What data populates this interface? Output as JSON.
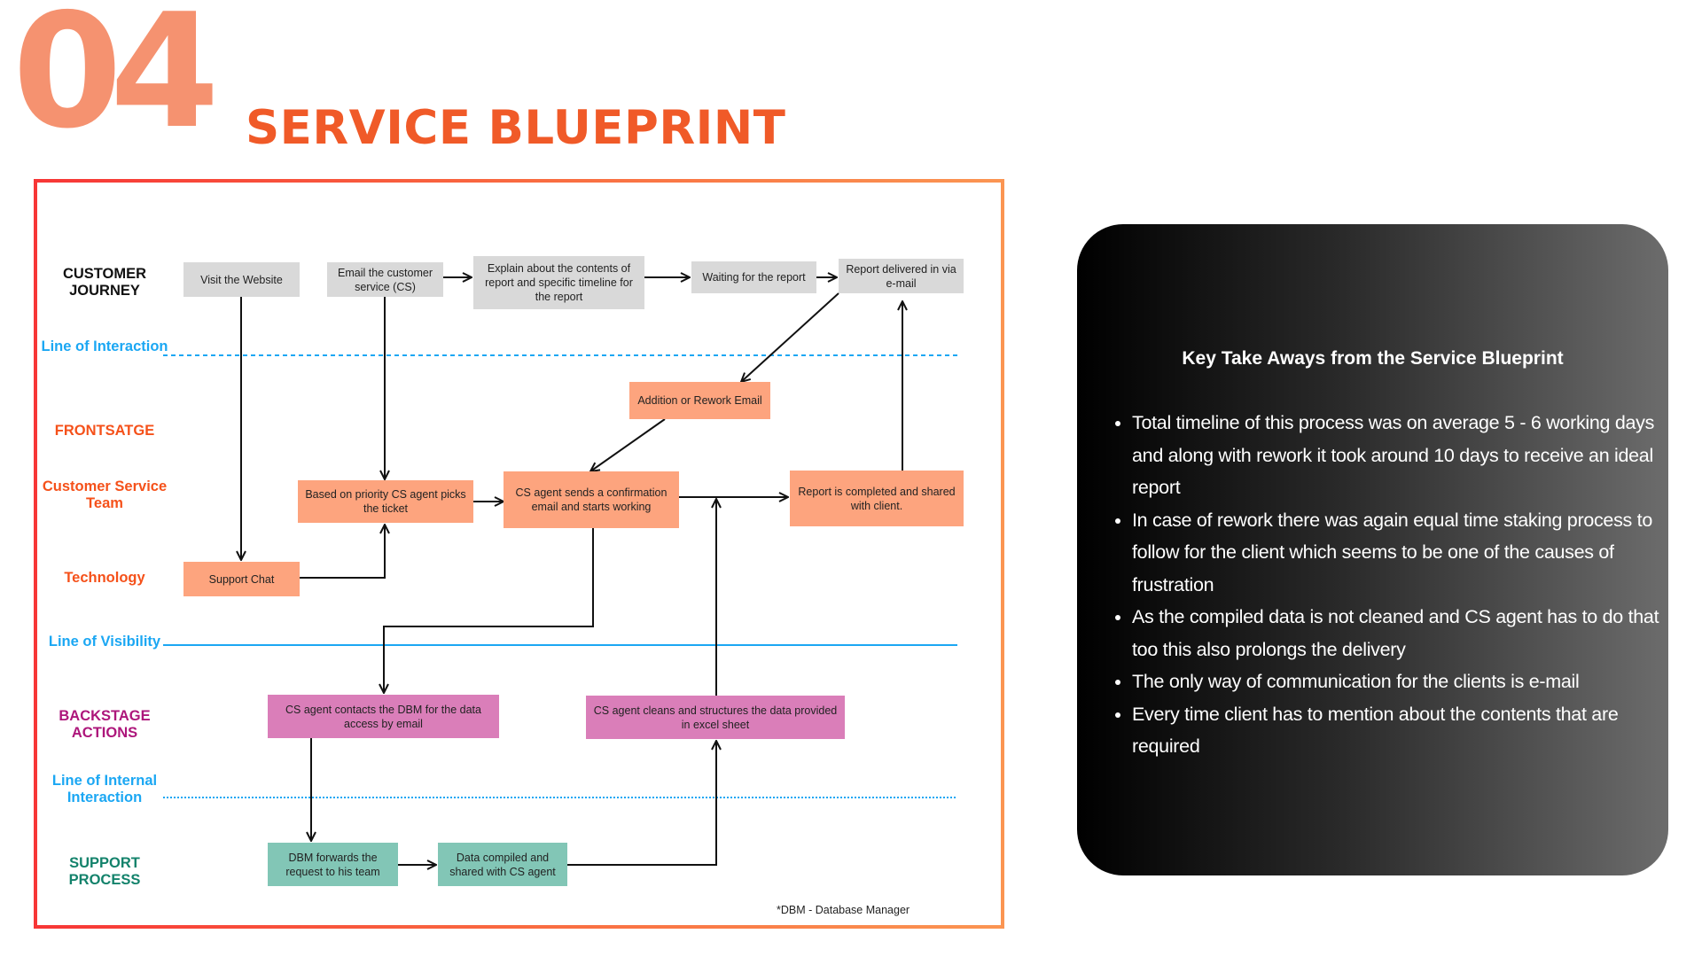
{
  "header": {
    "section_number": "04",
    "title": "SERVICE BLUEPRINT"
  },
  "colors": {
    "number": "#f59270",
    "title": "#f05a28",
    "frame_gradient": [
      "#f73636",
      "#fb9552"
    ],
    "line_color": "#1ba7f3",
    "customer_journey_box": "#d9d9d9",
    "frontstage_box": "#fda47e",
    "backstage_box": "#da7eb9",
    "support_box": "#82c6b6"
  },
  "blueprint": {
    "lanes": {
      "customer_journey": "CUSTOMER JOURNEY",
      "line_of_interaction": "Line of Interaction",
      "frontstage": "FRONTSATGE",
      "customer_service_team": "Customer Service Team",
      "technology": "Technology",
      "line_of_visibility": "Line of Visibility",
      "backstage_actions": "BACKSTAGE ACTIONS",
      "line_of_internal_interaction": "Line of Internal Interaction",
      "support_process": "SUPPORT PROCESS"
    },
    "steps": {
      "visit_website": "Visit the Website",
      "email_cs": "Email the customer service (CS)",
      "explain_contents": "Explain about the contents of report and specific timeline for the report",
      "waiting_report": "Waiting for the report",
      "report_delivered": "Report delivered in via e-mail",
      "rework_email": "Addition or Rework Email",
      "priority_pick": "Based on priority CS agent picks the ticket",
      "cs_confirmation": "CS agent sends a confirmation email and starts working",
      "report_completed": "Report is completed and shared with client.",
      "support_chat": "Support Chat",
      "contact_dbm": "CS agent contacts the DBM for the data access by email",
      "clean_data": "CS agent cleans and structures the data provided in excel sheet",
      "dbm_forwards": "DBM forwards the request to his team",
      "data_compiled": "Data compiled and shared with CS agent"
    },
    "footnote": "*DBM - Database Manager"
  },
  "takeaways": {
    "title": "Key Take Aways from the Service Blueprint",
    "items": [
      "Total timeline of this process was on average 5 - 6 working days and along with rework it took around 10 days to receive an ideal report",
      "In case of rework there was again equal time staking process to follow for the client which seems to be one of the causes of frustration",
      "As the compiled data is not cleaned and CS agent has to do that too this also prolongs the delivery",
      "The only way of communication for the clients is e-mail",
      "Every time client has to mention about the contents that are required"
    ]
  }
}
